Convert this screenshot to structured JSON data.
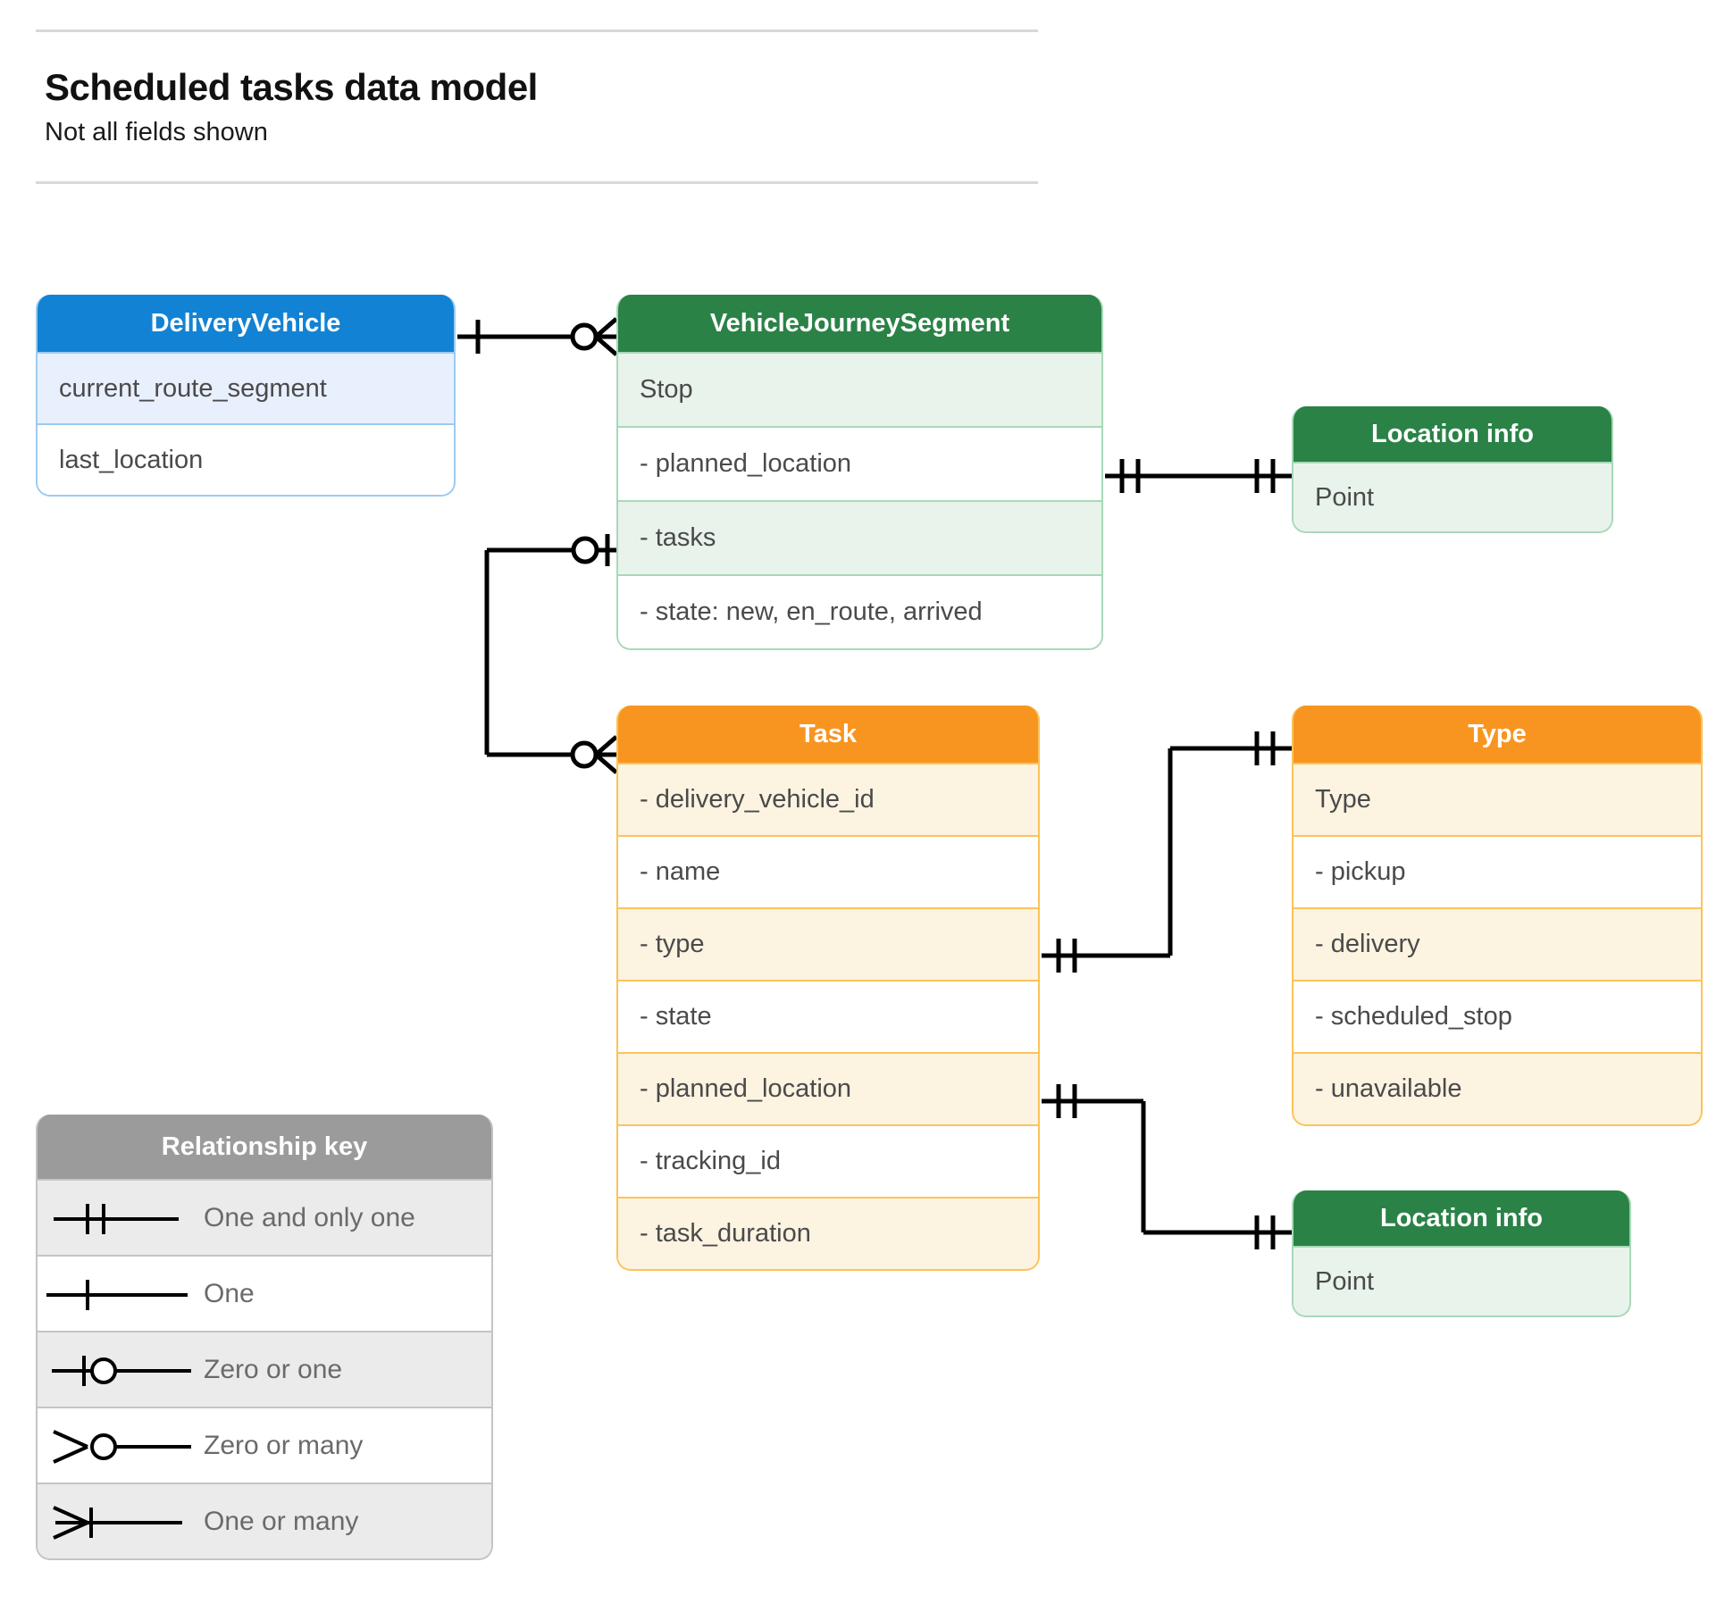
{
  "header": {
    "title": "Scheduled tasks data model",
    "subtitle": "Not all fields shown"
  },
  "colors": {
    "blue_header": "#1283d4",
    "blue_row": "#e8f0fe",
    "blue_border": "#9ecbf0",
    "green_header": "#2a8246",
    "green_row": "#e8f3eb",
    "green_border": "#a9d8b8",
    "orange_header": "#f89520",
    "orange_row": "#fdf3e1",
    "orange_border": "#fcc35a",
    "grey_header": "#9b9b9b",
    "grey_row": "#ebebeb",
    "grey_border": "#c4c4c4",
    "connector": "#000000",
    "text": "#4a4a4a"
  },
  "entities": {
    "delivery_vehicle": {
      "title": "DeliveryVehicle",
      "theme": "blue",
      "rows": [
        {
          "label": "current_route_segment",
          "shade": "alt"
        },
        {
          "label": "last_location",
          "shade": "plain"
        }
      ]
    },
    "vehicle_journey_segment": {
      "title": "VehicleJourneySegment",
      "theme": "green",
      "rows": [
        {
          "label": "Stop",
          "shade": "alt"
        },
        {
          "label": "-  planned_location",
          "shade": "plain"
        },
        {
          "label": "- tasks",
          "shade": "alt"
        },
        {
          "label": "- state: new, en_route, arrived",
          "shade": "plain"
        }
      ]
    },
    "location_info_1": {
      "title": "Location info",
      "theme": "green",
      "rows": [
        {
          "label": "Point",
          "shade": "alt"
        }
      ]
    },
    "task": {
      "title": "Task",
      "theme": "orange",
      "rows": [
        {
          "label": "- delivery_vehicle_id",
          "shade": "alt"
        },
        {
          "label": "- name",
          "shade": "plain"
        },
        {
          "label": "- type",
          "shade": "alt"
        },
        {
          "label": "- state",
          "shade": "plain"
        },
        {
          "label": "- planned_location",
          "shade": "alt"
        },
        {
          "label": "- tracking_id",
          "shade": "plain"
        },
        {
          "label": "- task_duration",
          "shade": "alt"
        }
      ]
    },
    "type": {
      "title": "Type",
      "theme": "orange",
      "rows": [
        {
          "label": "Type",
          "shade": "alt"
        },
        {
          "label": "-   pickup",
          "shade": "plain"
        },
        {
          "label": "-   delivery",
          "shade": "alt"
        },
        {
          "label": "-   scheduled_stop",
          "shade": "plain"
        },
        {
          "label": "-   unavailable",
          "shade": "alt"
        }
      ]
    },
    "location_info_2": {
      "title": "Location info",
      "theme": "green",
      "rows": [
        {
          "label": "Point",
          "shade": "alt"
        }
      ]
    }
  },
  "legend": {
    "title": "Relationship key",
    "items": [
      {
        "label": "One and only one",
        "symbol": "one-and-only-one",
        "shade": "alt"
      },
      {
        "label": "One",
        "symbol": "one",
        "shade": "plain"
      },
      {
        "label": "Zero or one",
        "symbol": "zero-or-one",
        "shade": "alt"
      },
      {
        "label": "Zero or many",
        "symbol": "zero-or-many",
        "shade": "plain"
      },
      {
        "label": "One or many",
        "symbol": "one-or-many",
        "shade": "alt"
      }
    ]
  },
  "relationships": [
    {
      "name": "delivery-vehicle-to-vehicle-journey-segment",
      "from": "DeliveryVehicle",
      "to": "VehicleJourneySegment",
      "from_cardinality": "One",
      "to_cardinality": "Zero or many"
    },
    {
      "name": "vehicle-journey-segment-tasks-to-task",
      "from": "VehicleJourneySegment.tasks",
      "to": "Task",
      "from_cardinality": "Zero or one",
      "to_cardinality": "Zero or many"
    },
    {
      "name": "vehicle-journey-segment-planned-location-to-location-info",
      "from": "VehicleJourneySegment.planned_location",
      "to": "Location info",
      "from_cardinality": "One and only one",
      "to_cardinality": "One and only one"
    },
    {
      "name": "task-type-to-type",
      "from": "Task.type",
      "to": "Type",
      "from_cardinality": "One and only one",
      "to_cardinality": "One and only one"
    },
    {
      "name": "task-planned-location-to-location-info",
      "from": "Task.planned_location",
      "to": "Location info",
      "from_cardinality": "One and only one",
      "to_cardinality": "One and only one"
    }
  ]
}
